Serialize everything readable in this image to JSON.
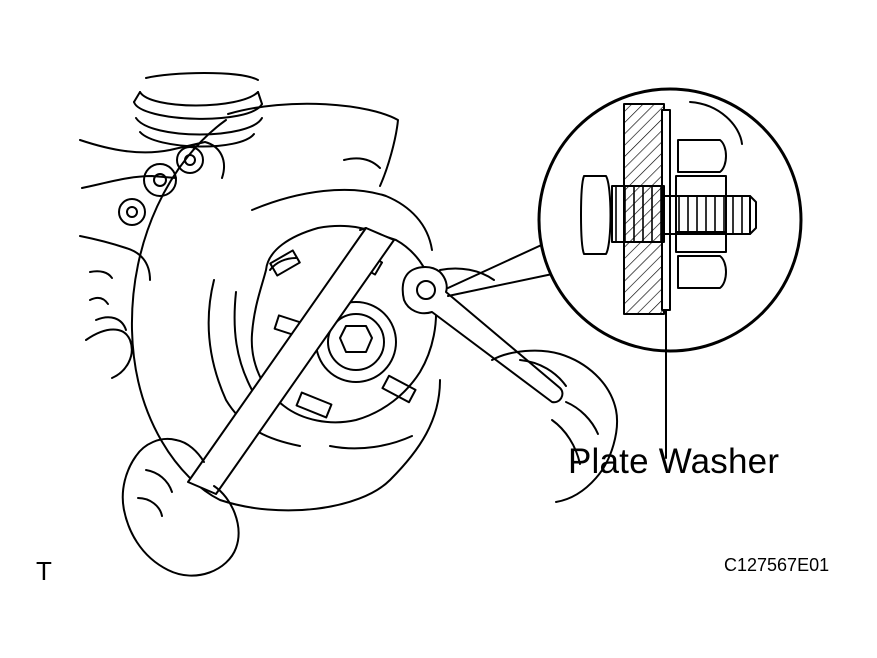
{
  "diagram": {
    "callout_label": "Plate Washer",
    "view_marker": "T",
    "figure_code": "C127567E01"
  },
  "parts": [
    {
      "name": "coil-spring"
    },
    {
      "name": "steering-knuckle"
    },
    {
      "name": "dust-cover-disc"
    },
    {
      "name": "axle-hub"
    },
    {
      "name": "hub-bolt"
    },
    {
      "name": "holding-bar"
    },
    {
      "name": "wrench"
    },
    {
      "name": "hand"
    },
    {
      "name": "detail-magnifier"
    },
    {
      "name": "plate-washer"
    }
  ]
}
